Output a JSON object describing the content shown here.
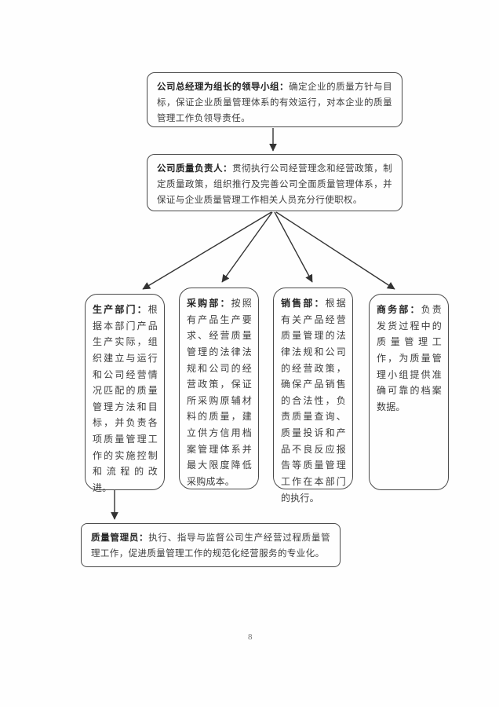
{
  "page": {
    "number": "8",
    "ink_color": "#3d3d3d",
    "border_color": "#4a4a4a",
    "background": "#fefefe"
  },
  "org_chart": {
    "leader_box": {
      "title": "公司总经理为组长的领导小组：",
      "body": "确定企业的质量方针与目标，保证企业质量管理体系的有效运行，对本企业的质量管理工作负领导责任。"
    },
    "quality_head_box": {
      "title": "公司质量负责人：",
      "body": "贯彻执行公司经营理念和经营政策，制定质量政策，组织推行及完善公司全面质量管理体系，并保证与企业质量管理工作相关人员充分行使职权。"
    },
    "departments": [
      {
        "title": "生产部门：",
        "body": "根据本部门产品生产实际，组织建立与运行和公司经营情况匹配的质量管理方法和目标，并负责各项质量管理工作的实施控制和流程的改进。"
      },
      {
        "title": "采购部：",
        "body": "按照有产品生产要求、经营质量管理的法律法规和公司的经营政策，保证所采购原辅材料的质量，建立供方信用档案管理体系并最大限度降低采购成本。"
      },
      {
        "title": "销售部：",
        "body": "根据有关产品经营质量管理的法律法规和公司的经营政策，确保产品销售的合法性，负责质量查询、质量投诉和产品不良反应报告等质量管理工作在本部门的执行。"
      },
      {
        "title": "商务部：",
        "body": "负责发货过程中的质量管理工作，为质量管理小组提供准确可靠的档案数据。"
      }
    ],
    "qc_officer_box": {
      "title": "质量管理员：",
      "body": "执行、指导与监督公司生产经营过程质量管理工作，促进质量管理工作的规范化经营服务的专业化。"
    }
  }
}
